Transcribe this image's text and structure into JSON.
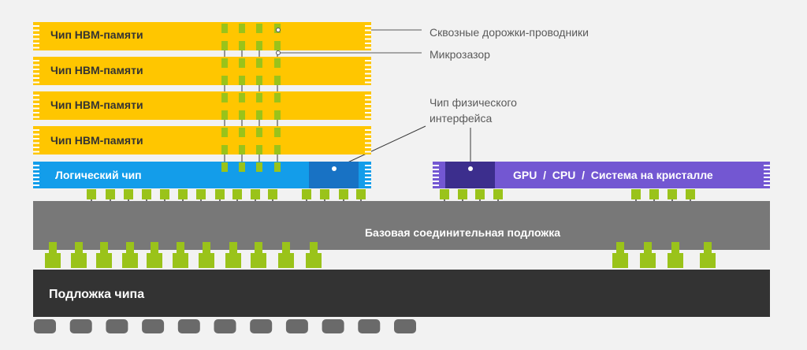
{
  "hbm_chips": [
    {
      "label": "Чип HBM-памяти"
    },
    {
      "label": "Чип HBM-памяти"
    },
    {
      "label": "Чип HBM-памяти"
    },
    {
      "label": "Чип HBM-памяти"
    }
  ],
  "logic_chip": {
    "label": "Логический чип"
  },
  "gpu_chip": {
    "label": "GPU  /  CPU  /  Система на кристалле"
  },
  "interposer": {
    "label": "Базовая соединительная подложка"
  },
  "package_substrate": {
    "label": "Подложка чипа"
  },
  "callouts": {
    "tsv": "Сквозные дорожки-проводники",
    "microbump": "Микрозазор",
    "phy_line1": "Чип физического",
    "phy_line2": "интерфейса"
  },
  "colors": {
    "hbm": "#ffc600",
    "logic": "#139dea",
    "gpu": "#7357d2",
    "phy_logic": "#1872c4",
    "phy_gpu": "#3c2e8d",
    "interposer": "#787878",
    "substrate": "#333333",
    "bump": "#9ac31a",
    "ball": "#6a6a6a",
    "callout_text": "#5a5a5a"
  }
}
